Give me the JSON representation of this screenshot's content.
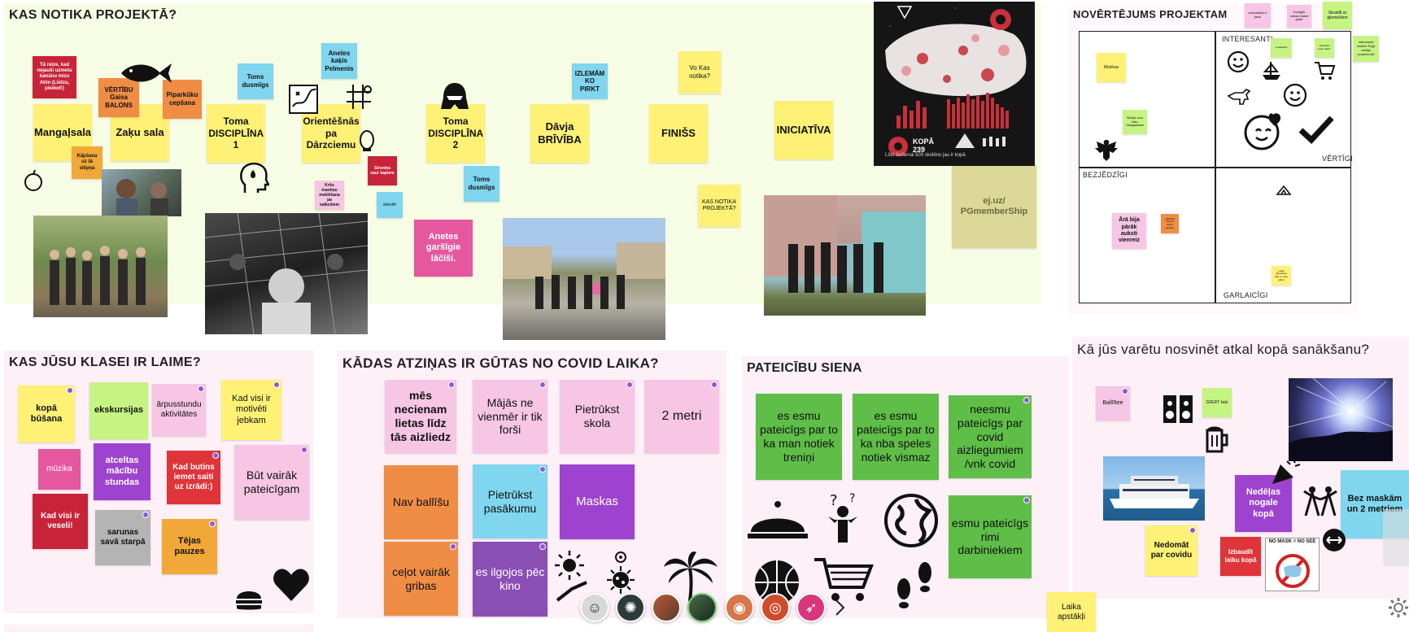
{
  "frames": {
    "notika": {
      "title": "KAS NOTIKA PROJEKTĀ?"
    },
    "laime": {
      "title": "KAS JŪSU KLASEI IR LAIME?"
    },
    "covid": {
      "title": "KĀDAS ATZIŅAS IR GŪTAS NO COVID LAIKA?"
    },
    "pateiciba": {
      "title": "PATEICĪBU SIENA"
    },
    "vertejums": {
      "title": "NOVĒRTĒJUMS PROJEKTAM"
    },
    "nosvinet": {
      "title": "Kā jūs varētu nosvinēt atkal kopā sanākšanu?"
    }
  },
  "project_notes": {
    "mangalsala": "Mangaļsala",
    "zaku_sala": "Zaķu sala",
    "toma_1": "Toma DISCIPLĪNA 1",
    "orientesanas": "Orientēšnās pa Dārzciemu",
    "toma_2": "Toma DISCIPLĪNA 2",
    "davja": "Dāvja BRĪVĪBA",
    "finiss": "FINIŠS",
    "iniciativa": "INICIATĪVA",
    "ta_reize": "Tā reize, kad nejauši uzmetu banānu mizu Atim (Lūdzu, piedod!)",
    "vertibu": "VĒRTĪBU Gaisa BALONS",
    "piparkuku": "Piparkūku cepšana",
    "toms_dusmigs_1": "Toms dusmīgs",
    "anetes_kakis": "Anetes kaķis Pelmenis",
    "izlemam": "IZLEMĀM KO PIRKT",
    "vo_kas": "Vo Kas notika?",
    "kapsana": "Kāpšana uz tā slēpņa",
    "sirsniaa": "Sirsniņa caur kapiem",
    "kristu": "Kritu mantiņu meklēšana pa valkošiem",
    "dekinsi": "dekoltē",
    "toms_dusmigs_2": "Toms dusmīgs",
    "anetes_garsigie": "Anetes garšīgie lāčīši.",
    "kas_notika_note": "KAS NOTIKA PROJEKTĀ?",
    "link_note": "ej.uz/ PGmemberShip"
  },
  "laime_notes": {
    "kopa_busana": "kopā būšana",
    "ekskursijas": "ekskursijas",
    "arpusstundu": "ārpusstundu aktivitātes",
    "kad_visi_motiveti": "Kad visi ir motivēti jebkam",
    "muzika": "mūzika",
    "atceltas": "atceltas mācību stundas",
    "kad_butins": "Kad butins iemet saiti uz izrādi:)",
    "but_vairak": "Būt vairāk pateicīgam",
    "kad_visi_veseli": "Kad visi ir veseli!",
    "sarunas": "sarunas savā starpā",
    "tejas": "Tējas pauzes"
  },
  "covid_notes": {
    "mes_necienam": "mēs necienam lietas līdz tās aizliedz",
    "majas": "Mājās ne vienmēr ir tik forši",
    "pietrukst_skola": "Pietrūkst skola",
    "divi_metri": "2 metri",
    "nav_ballisu": "Nav ballīšu",
    "pietrukst_pasakumu": "Pietrūkst pasākumu",
    "maskas": "Maskas",
    "celot": "ceļot vairāk gribas",
    "ilgojos": "es ilgojos pēc kino"
  },
  "pateiciba_notes": {
    "treninj": "es esmu pateicīgs par to ka man notiek treniņi",
    "speles": "es esmu pateicīgs par to ka nba speles notiek vismaz",
    "neesmu": "neesmu pateicīgs par covid aizliegumiem /vnk covid",
    "rimi": "esmu pateicīgs rimi darbiniekiem"
  },
  "vertejums": {
    "quadrants": {
      "interesanti": "INTERESANTI",
      "vertigi": "VĒRTĪGI",
      "bezjedzigi": "BEZJĒDZĪGI",
      "garlaicigi": "GARLAICĪGI"
    },
    "notes": {
      "muzikas": "Mūzikas",
      "skreja": "Skrēja caur taku Mangaļsalai",
      "ara_bija": "Ārā bija pārāk auksti vienreiz",
      "small_or": "Atlikušās dienas laiciņi jautājas",
      "small_lg1": "smalkākais",
      "small_lg2": "Aktivitāšu laura darbs",
      "small_y": "Laika plānošana bija ne visai plāna",
      "top_pk1": "neizsakāmi ir jauki",
      "top_pk2": "Kopīgās vakara klasē jautri",
      "top_lg": "Skraidīt ar gliemežiem",
      "side_lg": "Interesanti sintēze Rīgā vēstīja projekta dēļ"
    }
  },
  "nosvinet_notes": {
    "ballitee": "Ballīītee",
    "dzert": "DZERT šalu",
    "nedelas": "Nedēļas nogale kopā",
    "bez_maskam": "Bez maskām un 2 metriem",
    "nedomat": "Nedomāt par covidu",
    "izbaudit": "Izbaudīt laiku kopā",
    "no_mask": "NO MASK = NO SEE"
  },
  "weather_note": "Laika apstākļi",
  "infographic": {
    "count_text": "KOPĀ 239",
    "caption": "Līdz šodienai 500 skolēnu jau ir kopā"
  },
  "icons": {
    "fish": "fish-icon",
    "apple": "apple-icon",
    "map": "map-icon",
    "grid": "hashtag-icon",
    "vader": "darth-vader-icon",
    "head": "head-icon",
    "egg": "egg-icon",
    "burger": "burger-icon",
    "heart": "heart-icon",
    "sun": "sun-icon",
    "palm": "palm-tree-icon",
    "virus": "virus-icon",
    "bell": "service-bell-icon",
    "question": "question-person-icon",
    "globe": "globe-icon",
    "basketball": "basketball-icon",
    "cart": "cart-icon",
    "footprints": "footprints-icon",
    "smile": "smile-icon",
    "check": "check-icon",
    "speaker": "speaker-icon",
    "beer": "beer-icon",
    "party": "party-icon",
    "dancers": "dancers-icon",
    "arrows": "horizontal-arrows-icon",
    "ship": "ship-icon",
    "eagle": "eagle-icon",
    "tent": "tent-icon",
    "gear": "gear-icon"
  },
  "colors": {
    "frame_green": "#f8ffe8",
    "frame_pink": "#fdf0f7",
    "accent_purple": "#9d43cf",
    "sticky_yellow": "#fff176"
  }
}
